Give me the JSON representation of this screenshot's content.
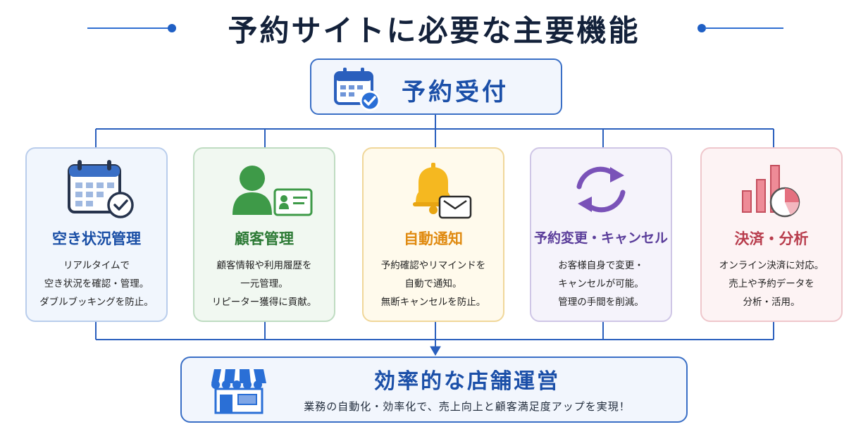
{
  "title": "予約サイトに必要な主要機能",
  "top": {
    "label": "予約受付",
    "icon": "calendar-check-icon"
  },
  "features": [
    {
      "title": "空き状況管理",
      "icon": "calendar-check-icon",
      "color": "#1a4fa6",
      "lines": [
        "リアルタイムで",
        "空き状況を確認・管理。",
        "ダブルブッキングを防止。"
      ]
    },
    {
      "title": "顧客管理",
      "icon": "customer-card-icon",
      "color": "#2c7a35",
      "lines": [
        "顧客情報や利用履歴を",
        "一元管理。",
        "リピーター獲得に貢献。"
      ]
    },
    {
      "title": "自動通知",
      "icon": "bell-mail-icon",
      "color": "#e08a10",
      "lines": [
        "予約確認やリマインドを",
        "自動で通知。",
        "無断キャンセルを防止。"
      ]
    },
    {
      "title": "予約変更・キャンセル",
      "icon": "refresh-arrows-icon",
      "color": "#5a3d9a",
      "lines": [
        "お客様自身で変更・",
        "キャンセルが可能。",
        "管理の手間を削減。"
      ]
    },
    {
      "title": "決済・分析",
      "icon": "bar-pie-chart-icon",
      "color": "#b83c4c",
      "lines": [
        "オンライン決済に対応。",
        "売上や予約データを",
        "分析・活用。"
      ]
    }
  ],
  "bottom": {
    "title": "効率的な店舗運営",
    "subtitle": "業務の自動化・効率化で、売上向上と顧客満足度アップを実現！",
    "icon": "storefront-icon"
  }
}
